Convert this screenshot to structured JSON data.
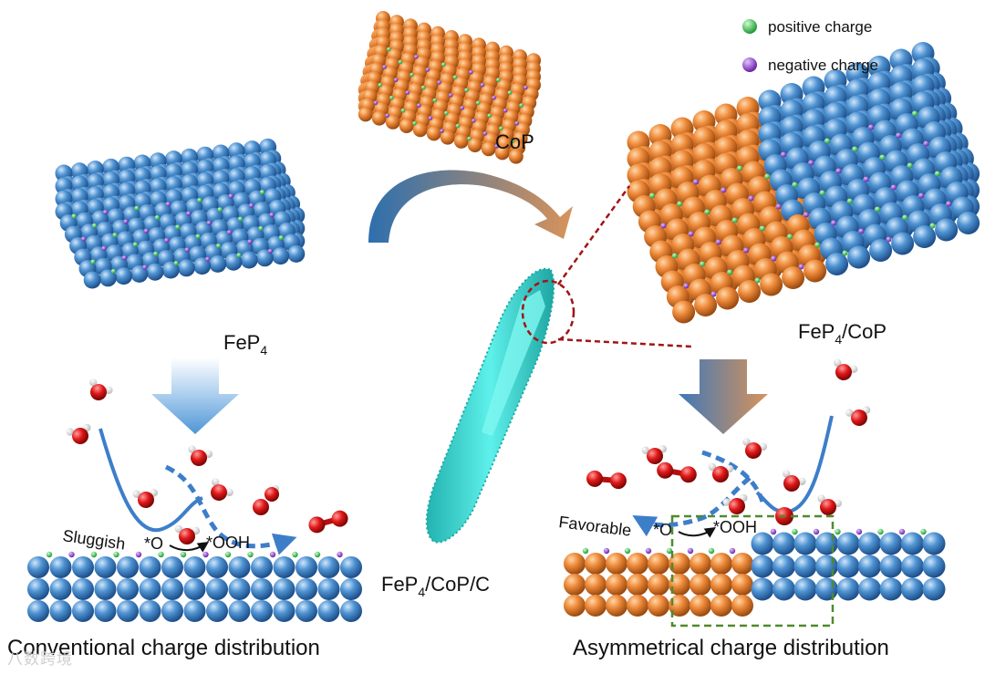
{
  "legend": {
    "positive": "positive charge",
    "negative": "negative charge",
    "positive_color": "#35c24a",
    "negative_color": "#9b3fd6"
  },
  "labels": {
    "cop": "CoP",
    "fep4_base": "FeP",
    "fep4_sub": "4",
    "fep4cop_base": "FeP",
    "fep4cop_sub": "4",
    "fep4cop_rest": "/CoP",
    "fep4copc_base": "FeP",
    "fep4copc_sub": "4",
    "fep4copc_rest": "/CoP/C",
    "sluggish": "Sluggish",
    "favorable": "Favorable",
    "o_species": "*O",
    "ooh_species": "*OOH",
    "conventional": "Conventional charge distribution",
    "asymmetrical": "Asymmetrical charge distribution",
    "watermark": "八数跨境"
  },
  "colors": {
    "fep4_ball": "#4a8fcf",
    "cop_ball": "#e8853a",
    "oxygen": "#e01b1b",
    "hydrogen": "#f2f2f2",
    "rod": "#3fd6d2",
    "curve": "#3d7ec9",
    "zoom_line": "#a01515",
    "box": "#4f8a2e"
  }
}
